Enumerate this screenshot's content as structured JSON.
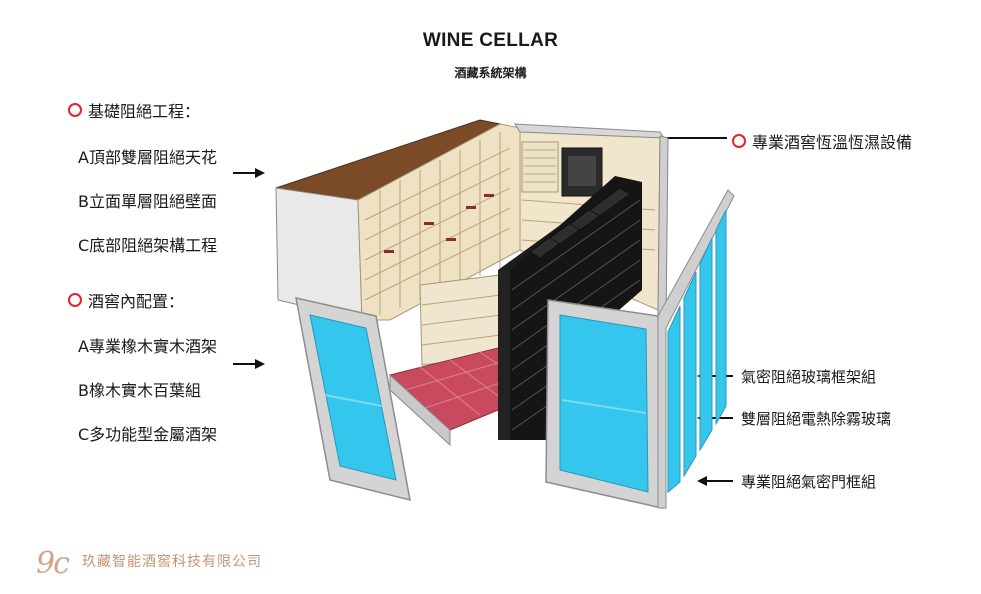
{
  "title": "WINE CELLAR",
  "subtitle": "酒藏系統架構",
  "left_sections": [
    {
      "heading": "基礎阻絕工程：",
      "items": [
        "A頂部雙層阻絕天花",
        "B立面單層阻絕壁面",
        "C底部阻絕架構工程"
      ]
    },
    {
      "heading": "酒窖內配置：",
      "items": [
        "A專業橡木實木酒架",
        "B橡木實木百葉組",
        "C多功能型金屬酒架"
      ]
    }
  ],
  "right_labels": {
    "top": "專業酒窖恆溫恆濕設備",
    "items": [
      "氣密阻絕玻璃框架組",
      "雙層阻絕電熱除霧玻璃",
      "專業阻絕氣密門框組"
    ]
  },
  "footer": {
    "logo": "9c",
    "company": "玖藏智能酒窖科技有限公司"
  },
  "colors": {
    "marker": "#e5232a",
    "footer": "#c9926f",
    "glass": "#35c6ee",
    "frame": "#c8c8c8",
    "floor": "#c94a5e",
    "wood": "#7a4b26",
    "rack_light": "#ebe0c2",
    "rack_metal": "#1c1c1c"
  }
}
